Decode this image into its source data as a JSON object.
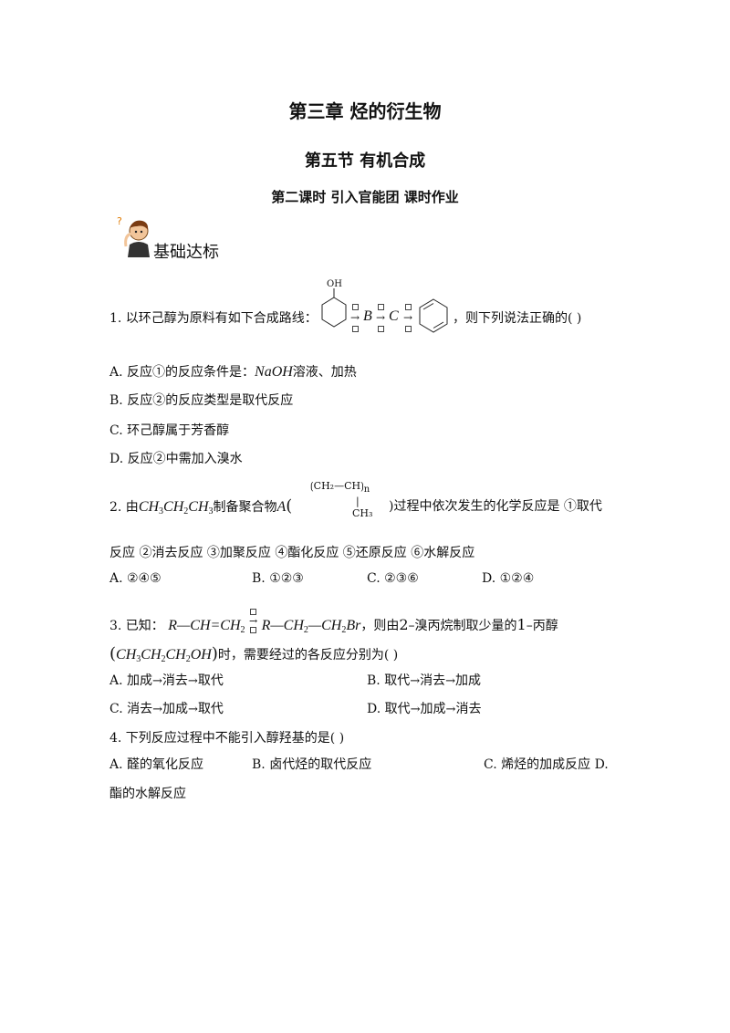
{
  "header": {
    "chapter": "第三章  烃的衍生物",
    "section": "第五节  有机合成",
    "lesson": "第二课时    引入官能团    课时作业"
  },
  "section_label": "基础达标",
  "q1": {
    "prefix": "1. 以环己醇为原料有如下合成路线：",
    "oh": "OH",
    "b": "B",
    "c": "C",
    "suffix": "，则下列说法正确的(    )",
    "options": [
      {
        "label": "A.",
        "pre": "反应①的反应条件是：",
        "formula": "NaOH",
        "post": "溶液、加热"
      },
      {
        "label": "B.",
        "text": "反应②的反应类型是取代反应"
      },
      {
        "label": "C.",
        "text": "环己醇属于芳香醇"
      },
      {
        "label": "D.",
        "text": "反应②中需加入溴水"
      }
    ]
  },
  "q2": {
    "prefix": "2. 由",
    "reactant": "CH",
    "mid": "制备聚合物",
    "a": "A",
    "polymer_top": "CH₂—CH",
    "polymer_sub": "CH₃",
    "polymer_n": "n",
    "suffix": ")过程中依次发生的化学反应是  ①取代",
    "line2": "反应  ②消去反应  ③加聚反应  ④酯化反应  ⑤还原反应  ⑥水解反应",
    "options": [
      "A.  ②④⑤",
      "B.  ①②③",
      "C.  ②③⑥",
      "D.  ①②④"
    ]
  },
  "q3": {
    "prefix": "3. 已知：",
    "mid": "，则由",
    "two": "2",
    "middle_text": "溴丙烷制取少量的",
    "one": "1",
    "end": "丙醇",
    "line2_suffix": "时，需要经过的各反应分别为(    )",
    "options": [
      {
        "label": "A.",
        "items": [
          "加成",
          "消去",
          "取代"
        ]
      },
      {
        "label": "B.",
        "items": [
          "取代",
          "消去",
          "加成"
        ]
      },
      {
        "label": "C.",
        "items": [
          "消去",
          "加成",
          "取代"
        ]
      },
      {
        "label": "D.",
        "items": [
          "取代",
          "加成",
          "消去"
        ]
      }
    ]
  },
  "q4": {
    "prompt": "4. 下列反应过程中不能引入醇羟基的是(    )",
    "options": [
      "A.  醛的氧化反应",
      "B.  卤代烃的取代反应",
      "C.  烯烃的加成反应  D."
    ],
    "wrap": "酯的水解反应"
  }
}
